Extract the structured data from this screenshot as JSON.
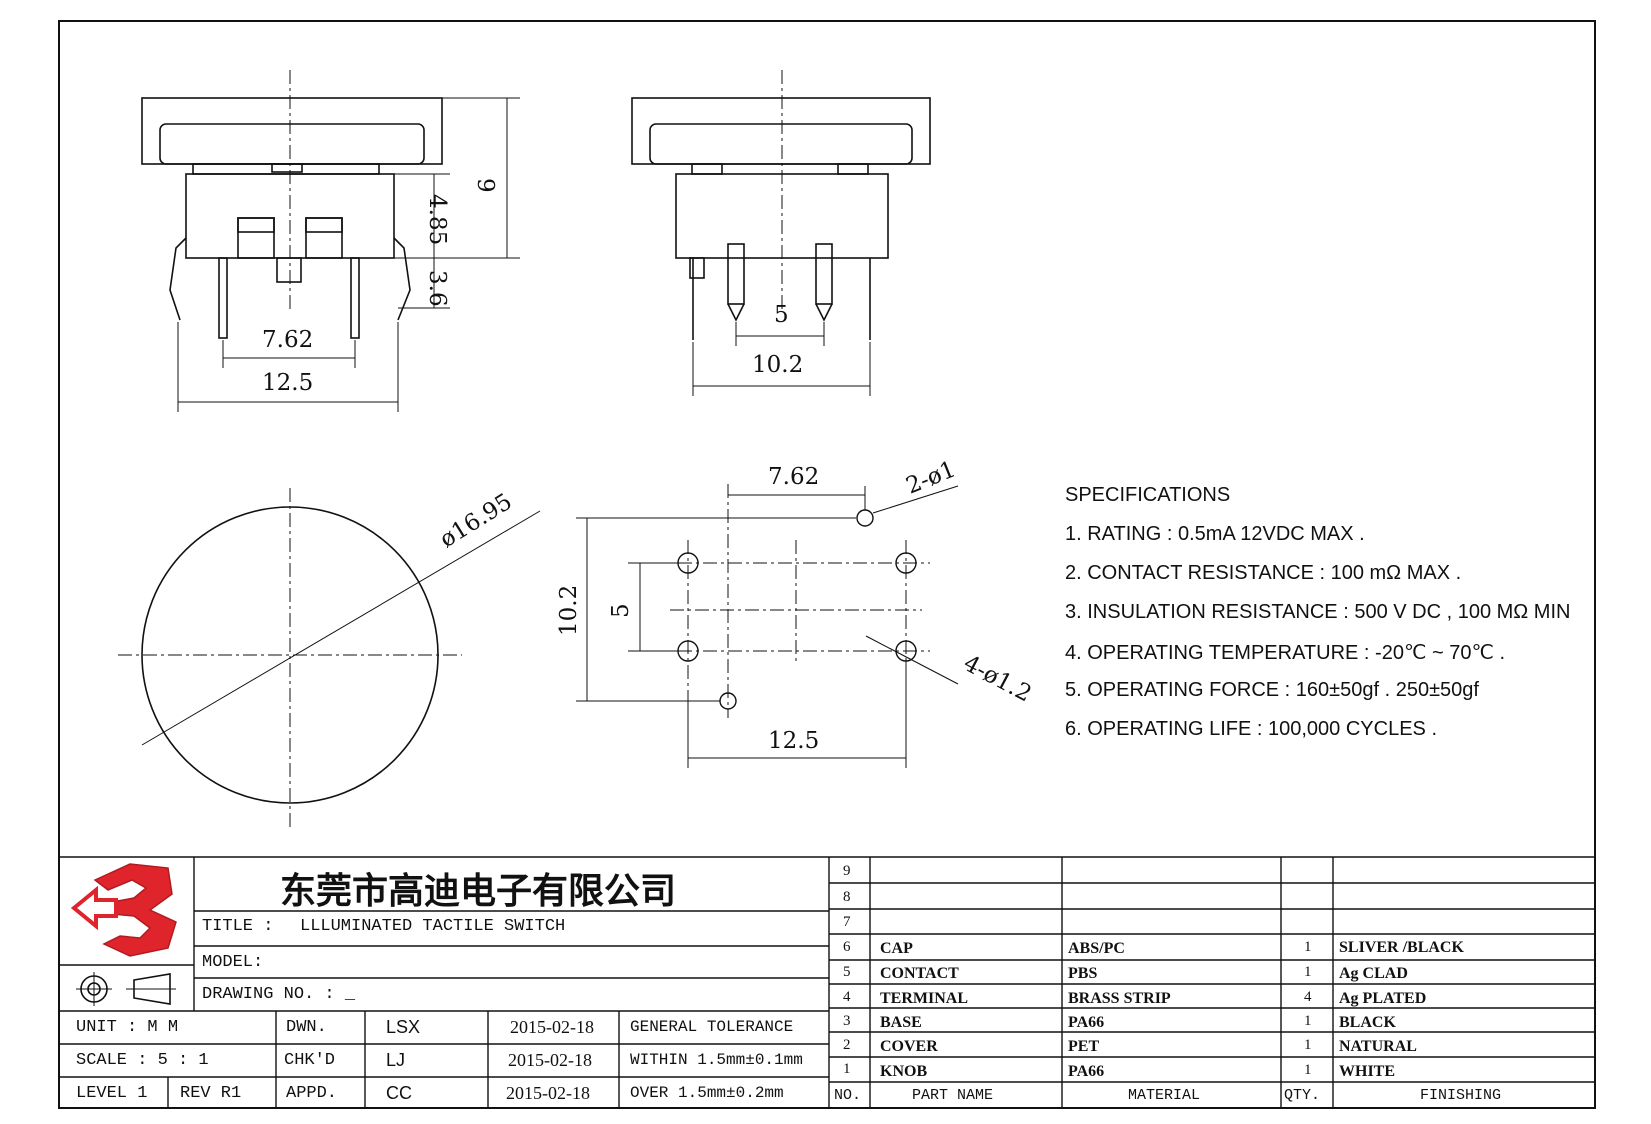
{
  "company_name": "东莞市高迪电子有限公司",
  "title_block": {
    "title_label": "TITLE :",
    "title_value": "LLLUMINATED TACTILE SWITCH",
    "model_label": "MODEL:",
    "drawing_no_label": "DRAWING NO. : _",
    "unit": "UNIT  :  M M",
    "scale": "SCALE  :  5 : 1",
    "level": "LEVEL 1",
    "rev": "REV  R1",
    "dwn_label": "DWN.",
    "chkd_label": "CHK'D",
    "appd_label": "APPD.",
    "dwn_name": "LSX",
    "chkd_name": "LJ",
    "appd_name": "CC",
    "dwn_date": "2015-02-18",
    "chkd_date": "2015-02-18",
    "appd_date": "2015-02-18",
    "general_tolerance": "GENERAL TOLERANCE",
    "within_tol": "WITHIN 1.5mm±0.1mm",
    "over_tol": "OVER  1.5mm±0.2mm"
  },
  "specifications": {
    "heading": "SPECIFICATIONS",
    "items": [
      "1. RATING : 0.5mA 12VDC MAX .",
      "2. CONTACT RESISTANCE : 100 mΩ MAX .",
      "3. INSULATION RESISTANCE : 500 V DC , 100 MΩ MIN",
      "4. OPERATING TEMPERATURE : -20℃ ~ 70℃ .",
      "5. OPERATING FORCE : 160±50gf . 250±50gf",
      "6. OPERATING LIFE : 100,000 CYCLES ."
    ]
  },
  "dimensions": {
    "front_height_total": "9",
    "front_body_height": "4.85",
    "front_pin_length": "3.6",
    "front_pin_pitch": "7.62",
    "front_width": "12.5",
    "side_pin_pitch": "5",
    "side_width": "10.2",
    "cap_diameter": "ø16.95",
    "pcb_pitch_x": "7.62",
    "pcb_small_holes": "2-ø1",
    "pcb_height": "10.2",
    "pcb_pitch_y": "5",
    "pcb_large_holes": "4-ø1.2",
    "pcb_width": "12.5"
  },
  "bom": {
    "header": {
      "no": "NO.",
      "part_name": "PART  NAME",
      "material": "MATERIAL",
      "qty": "QTY.",
      "finishing": "FINISHING"
    },
    "empty_rows": [
      "9",
      "8",
      "7"
    ],
    "rows": [
      {
        "no": "6",
        "part": "CAP",
        "material": "ABS/PC",
        "qty": "1",
        "finish": "SLIVER /BLACK"
      },
      {
        "no": "5",
        "part": "CONTACT",
        "material": "PBS",
        "qty": "1",
        "finish": "Ag CLAD"
      },
      {
        "no": "4",
        "part": "TERMINAL",
        "material": "BRASS STRIP",
        "qty": "4",
        "finish": "Ag PLATED"
      },
      {
        "no": "3",
        "part": "BASE",
        "material": "PA66",
        "qty": "1",
        "finish": "BLACK"
      },
      {
        "no": "2",
        "part": "COVER",
        "material": "PET",
        "qty": "1",
        "finish": "NATURAL"
      },
      {
        "no": "1",
        "part": "KNOB",
        "material": "PA66",
        "qty": "1",
        "finish": "WHITE"
      }
    ]
  },
  "colors": {
    "line": "#111111",
    "logo_red": "#e0242c"
  },
  "icons": {
    "projection_symbol": "first-angle-projection-icon",
    "logo": "company-logo"
  }
}
